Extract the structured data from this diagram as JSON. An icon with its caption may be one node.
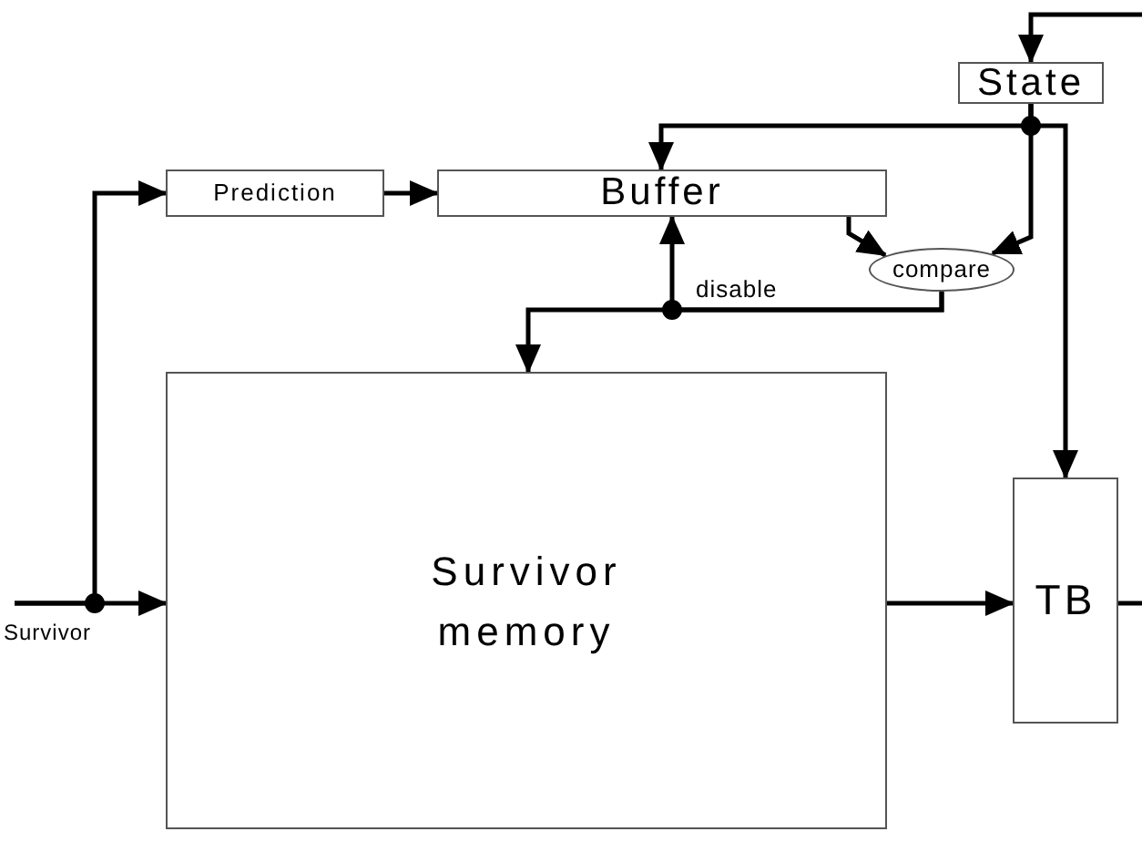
{
  "diagram": {
    "nodes": [
      {
        "text": [
          "Prediction"
        ]
      },
      {
        "text": [
          "Buffer"
        ]
      },
      {
        "text": [
          "State"
        ]
      },
      {
        "text": [
          "compare"
        ]
      },
      {
        "text": [
          "Survivor memory"
        ]
      },
      {
        "text": [
          "TB"
        ]
      }
    ],
    "edges": [
      {
        "from": null,
        "to": 2,
        "arrow": "to"
      },
      {
        "from": 2,
        "to": 1,
        "arrow": "to"
      },
      {
        "from": 2,
        "to": 3,
        "arrow": "to"
      },
      {
        "from": 2,
        "to": 5,
        "arrow": "to"
      },
      {
        "from": 0,
        "to": 1,
        "arrow": "to"
      },
      {
        "from": 1,
        "to": 3,
        "arrow": "to"
      },
      {
        "from": 3,
        "to": 1,
        "arrow": "to"
      },
      {
        "from": 3,
        "to": 4,
        "arrow": "to"
      },
      {
        "from": null,
        "to": 0,
        "arrow": "to"
      },
      {
        "from": null,
        "to": 4,
        "arrow": "to"
      },
      {
        "from": 4,
        "to": 5,
        "arrow": "to"
      },
      {
        "from": 5,
        "to": null,
        "arrow": "none"
      }
    ],
    "labels": [
      "disable",
      "Survivor"
    ]
  }
}
